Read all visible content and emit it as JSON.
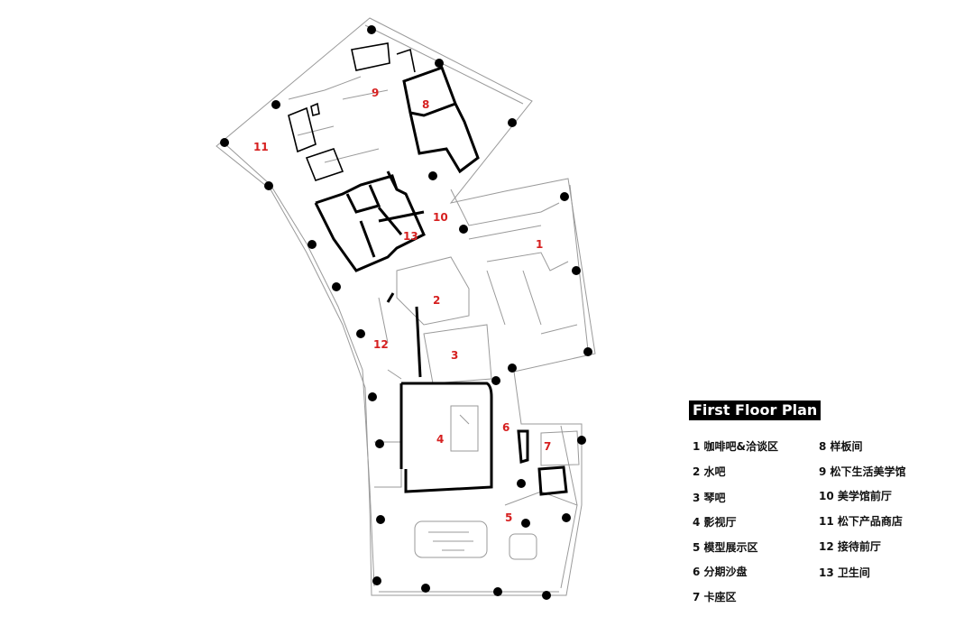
{
  "plan": {
    "title": "First Floor Plan",
    "room_labels": [
      "1",
      "2",
      "3",
      "4",
      "5",
      "6",
      "7",
      "8",
      "9",
      "10",
      "11",
      "12",
      "13"
    ],
    "legend": [
      {
        "num": "1",
        "name": "咖啡吧&洽谈区"
      },
      {
        "num": "2",
        "name": "水吧"
      },
      {
        "num": "3",
        "name": "琴吧"
      },
      {
        "num": "4",
        "name": "影视厅"
      },
      {
        "num": "5",
        "name": "模型展示区"
      },
      {
        "num": "6",
        "name": "分期沙盘"
      },
      {
        "num": "7",
        "name": "卡座区"
      },
      {
        "num": "8",
        "name": "样板间"
      },
      {
        "num": "9",
        "name": "松下生活美学馆"
      },
      {
        "num": "10",
        "name": "美学馆前厅"
      },
      {
        "num": "11",
        "name": "松下产品商店"
      },
      {
        "num": "12",
        "name": "接待前厅"
      },
      {
        "num": "13",
        "name": "卫生间"
      }
    ],
    "colors": {
      "room_number": "#d62020",
      "wall": "#000000",
      "line": "#999999",
      "title_bg": "#000000",
      "title_text": "#ffffff"
    }
  }
}
